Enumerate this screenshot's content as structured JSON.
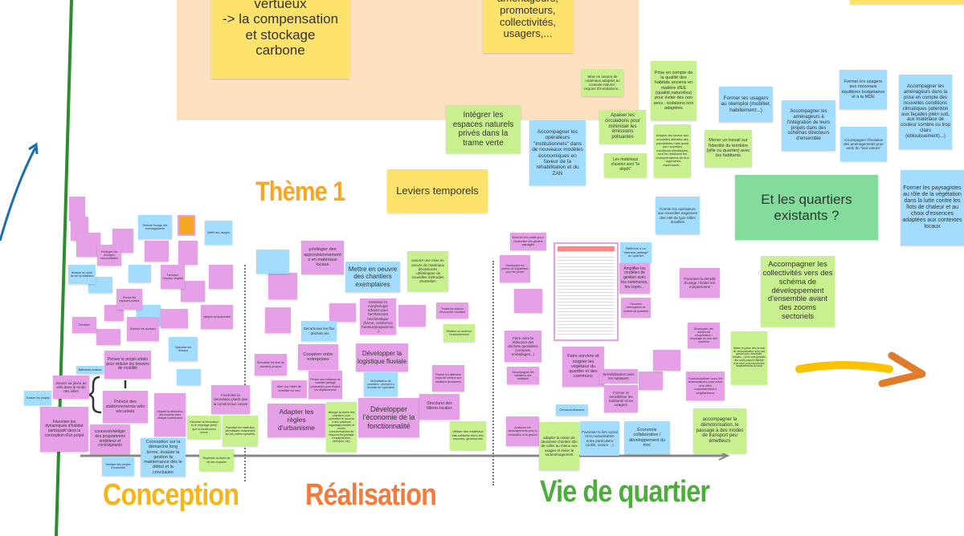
{
  "colors": {
    "yellow": "#fde26b",
    "green": "#c9f08f",
    "blue": "#a2dcff",
    "pink": "#e6a0e8",
    "zone": "#fbe1bf",
    "conception": "#f5b417",
    "realisation": "#f47a3a",
    "vie": "#4cae3a",
    "theme": "#f5a623"
  },
  "theme_title": "Thème 1",
  "phases": {
    "conception": "Conception",
    "realisation": "Réalisation",
    "vie": "Vie de quartier"
  },
  "notes": [
    "énergétique\nvertueux\n-> la compensation\net stockage\ncarbone",
    "aménageurs,\npromoteurs,\ncollectivités,\nusagers,...",
    "Mise en oeuvre de matériaux adaptés au contexte naturel : risques d'inondations...",
    "Intégrer les espaces naturels privés dans la trame verte",
    "Accompagner les opérateurs \"institutionnels\" dans de nouveaux modèles économiques en faveur de la réhabilitation et du ZAN",
    "Apaiser les circulations pour minimiser les émissions polluantes",
    "Les matériaux d'avenir sont \"le dépôt\"",
    "Prise en compte de la qualité des habitats anciens en matière d'EE (qualité,naturelles) pour éviter des non sens : isolations non adaptées",
    "Adapter les locaux aux nouvelles attentes des populations mais aussi aux nouvelles conditions climatiques, tout en réduisant les consommations de flux : logements traversants...",
    "Former les usagers au réemploi (mobilier, habillement...)",
    "Mener un travail sur l'identité du territoire (ville ou quartier) avec les habitants",
    "Accompagner les aménageurs à l'intégration de leurs projets dans des schémas directeurs d'ensemble",
    "Former les usagers aux nouveaux équilibres budgétaires et à la MDE",
    "Accompagner l'évolution des aménagements pour sortir du \"tout voiture\"",
    "Accompagner les aménageurs dans la prise en compte des nouvelles conditions climatiques (attention aux façades plein sud, aux matériaux de couleur sombre ou trop clairs (éblouissement)...)",
    "Former les paysagistes au rôle de la végétation dans la lutte contre les îlots de chaleur et au choix d'essences adaptées aux contextes locaux",
    "Et les quartiers existants ?",
    "Former les opérateurs aux nouvelles exigences des AMI de type Villes durables",
    "Accompagner les collectivités vers des schéma de développement d'ensemble avant des zooms sectoriels",
    "Leviers temporels",
    "privilégier des approvisionnements en matériaux locaux",
    "Mettre en oeuvre des chantiers exemplaires",
    "assurer une mise en oeuvre de matériaux décarbonés =développer de nouvelles méthodes d'entretien",
    "Dessiner la morphologie urbaine pour l'architecture bioclimatique (forme, cohérence hauteur/programme...)",
    "Développer la logistique fluviale",
    "Développer l'économie de la fonctionnalité",
    "Adapter les règles d'urbanisme",
    "allonger la durée des chantiers pour permettre le recours à des solutions organisationnelles et moins consommatrices de ressources (partage d'équipements, réemploi, etc)",
    "Coopérer entre entreprises",
    "Décarboner les flux : déchets etc",
    "Aller sur l'idée de chantier en vert",
    "Penser des solutions de chantier partagé (mutualisé) pour réduire les déplacements",
    "Mutualiser les ilots de chantiers propres",
    "Toutes les actions d'économie circulaire",
    "Réaliser un audit sur l'environnement",
    "Former les différents corps de métiers aux solutions innovantes",
    "Structurer des filières locales",
    "Mutualisation de chantiers : réemploi à l'échelle de l'opération",
    "Utiliser des matériaux bas-carbone et/ou bio-sourcés, géosourcés",
    "Donner les outils pour permettre les jardins partagés",
    "Développer les permis de végétaliser pour les privés",
    "Réfléchir à un \"intérieur partagé\" du quartier",
    "Amplifier les modèles de gestion avec les communes, les copro...",
    "Favoriser l'émergence de centres de quartiers",
    "Faire vivre la réduction des déchets quotidiens (compost, emballages...)",
    "Faire survivre et soigner les végétaux du quartier et des communs",
    "Sensibilisation avec les habitants",
    "Former et sensibiliser les habitants et les usagers",
    "Accompagner les initiatives des habitants",
    "Chronoculturisme",
    "Améliorer les aménagements pour la conception et la gestion",
    "adapter la notion de deuxième chantier afin de coller au mieux aux usages et éviter le suraménagement",
    "Favoriser le lien social et la mutualisation entre particuliers (outils, voiture ...)",
    "Économie collaborative / développement du troc",
    "Favoriser la densité d'usage / limiter les m2/personne",
    "Développer des actions de récupération / recyclage au sein des quartiers",
    "Contractualiser avec les restaurateurs pour avoir une offre majoritairement végétarienne",
    "Mettre en place des 'permis de consommation' avec des quotas (eau, électricité, terrains...) avec une garantie des coûts jusqu'à l'atteinte d'un seuil, puis surcoût des dépassements du seuil",
    "accompagner la démotorisation, le passage à des modes de transport peu émetteurs",
    "Penser le projet urbain pour réduire les besoins de mobilité",
    "Bâtiments solaires",
    "donner sa place au vélo dans le mode des villes",
    "Prévoir des stationnements vélo sécurisés",
    "Favoriser les dynamiques d'habitat participatif dans la conception d'un projet",
    "concevoir/rédiger des programmes ambitieux et contraignants",
    "Réaliser des projets d'ensemble",
    "Conception sur la démarche long terme, évaluer la gestion la maintenance dès le début et la conclusion",
    "Evaluer les projets",
    "Favoriser la rénovation plutôt que la construction neuve",
    "Favoriser la rénovation et le recyclage plutôt que la construction neuve",
    "Favoriser les matériaux perméables notamment sur les voiries cyclables",
    "Repenser la durée de vie des espaces",
    "Objectif la diminution des impacts dans chaque contributeur",
    "Analyse du cycle de vie du bâtiment",
    "Privilégier les énergies renouvelables",
    "Réduire l'usage des aménagements",
    "Penser les espaces publics",
    "Favoriser l'espace végétal",
    "Densifier",
    "Intégrer la biodiversité",
    "Réduire les surfaces",
    "Mixité des usages",
    "Optimiser les réseaux"
  ]
}
